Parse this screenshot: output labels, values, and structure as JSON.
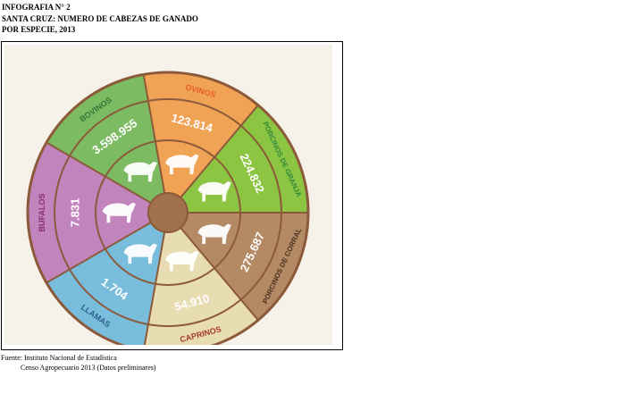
{
  "heading": {
    "line1": "INFOGRAFIA N° 2",
    "line2": "SANTA CRUZ: NUMERO DE CABEZAS DE GANADO",
    "line3": "POR ESPECIE, 2013"
  },
  "source": {
    "line1": "Fuente: Instituto Nacional de Estadística",
    "line2": "Censo Agropecuario 2013 (Datos preliminares)"
  },
  "chart_data": {
    "type": "pie",
    "categories": [
      "BOVINOS",
      "OVINOS",
      "PORCINOS DE GRANJA",
      "PORCINOS DE CORRAL",
      "CAPRINOS",
      "LLAMAS",
      "BUFALOS"
    ],
    "values": [
      3598955,
      123814,
      224832,
      275687,
      54910,
      1704,
      7831
    ],
    "value_labels": [
      "3.598.955",
      "123.814",
      "224.832",
      "275.687",
      "54.910",
      "1.704",
      "7.831"
    ],
    "colors": [
      "#7dbb62",
      "#f0a255",
      "#8cc542",
      "#b48a64",
      "#e8dcb2",
      "#78bedc",
      "#c284bc"
    ],
    "label_colors": [
      "#2f7a3a",
      "#e8602a",
      "#2f8a3e",
      "#4a3022",
      "#a33a30",
      "#2f5e8a",
      "#8a2c7a"
    ],
    "legend": "none",
    "grid": false
  }
}
